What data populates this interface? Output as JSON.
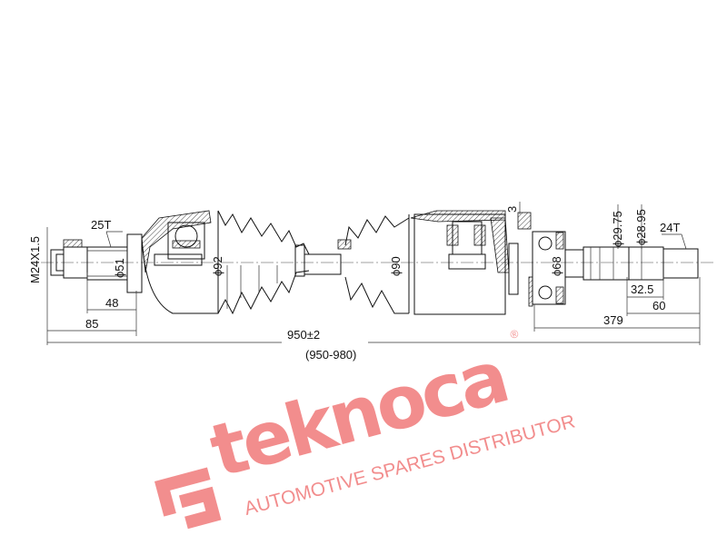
{
  "drawing": {
    "thread_label": "M24X1.5",
    "outer_spline_label": "25T",
    "outer_spline_diameter": "ϕ51",
    "outer_boot_diameter": "ϕ92",
    "inner_boot_diameter": "ϕ90",
    "bearing_diameter": "ϕ68",
    "inner_shaft_diameter_1": "ϕ29.75",
    "inner_shaft_diameter_2": "ϕ28.95",
    "inner_spline_label": "24T",
    "bearing_offset": "3",
    "dimensions": {
      "outer_spline_length": "48",
      "outer_stub_length": "85",
      "total_length": "950±2",
      "total_range": "(950-980)",
      "inner_length": "379",
      "inner_spline_length": "60",
      "inner_spline_step": "32.5"
    }
  },
  "watermark": {
    "brand": "teknoca",
    "tagline": "AUTOMOTIVE SPARES DISTRIBUTOR",
    "color": "#f07a7a"
  }
}
